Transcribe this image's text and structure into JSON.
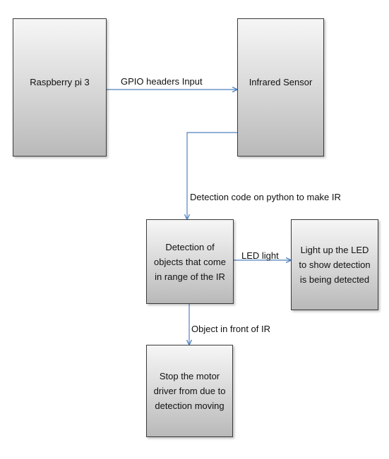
{
  "diagram": {
    "nodes": {
      "raspberry": {
        "label": "Raspberry pi 3"
      },
      "sensor": {
        "label": "Infrared Sensor"
      },
      "detection": {
        "label": "Detection of objects that come in range of the IR"
      },
      "led": {
        "label": "Light up the LED to show detection is being detected"
      },
      "stop": {
        "label": "Stop the motor driver from due to detection moving"
      }
    },
    "edges": {
      "gpio": {
        "label": "GPIO headers Input"
      },
      "python": {
        "label": "Detection code on python to make IR"
      },
      "led_light": {
        "label": "LED light"
      },
      "object_front": {
        "label": "Object in front of IR"
      }
    },
    "colors": {
      "arrow": "#4f81bd",
      "box_border": "#3a3a3a"
    }
  }
}
